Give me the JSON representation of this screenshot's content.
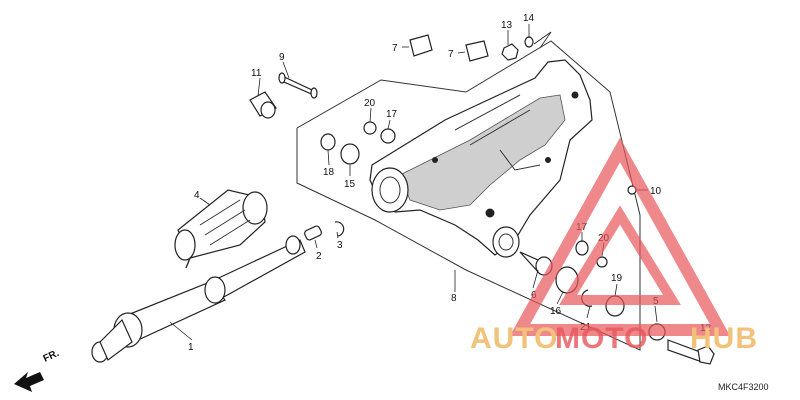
{
  "callouts": [
    "1",
    "2",
    "3",
    "4",
    "5",
    "6",
    "7",
    "7",
    "8",
    "9",
    "10",
    "11",
    "12",
    "13",
    "14",
    "15",
    "16",
    "17",
    "17",
    "18",
    "19",
    "20",
    "20",
    "21"
  ],
  "direction_label": "FR.",
  "diagram_code": "MKC4F3200",
  "watermark": {
    "part1": "AUTO",
    "part2": "MOTO",
    "part3": "HUB",
    "color_orange": "#f2c27a",
    "color_red": "#e8555a"
  }
}
